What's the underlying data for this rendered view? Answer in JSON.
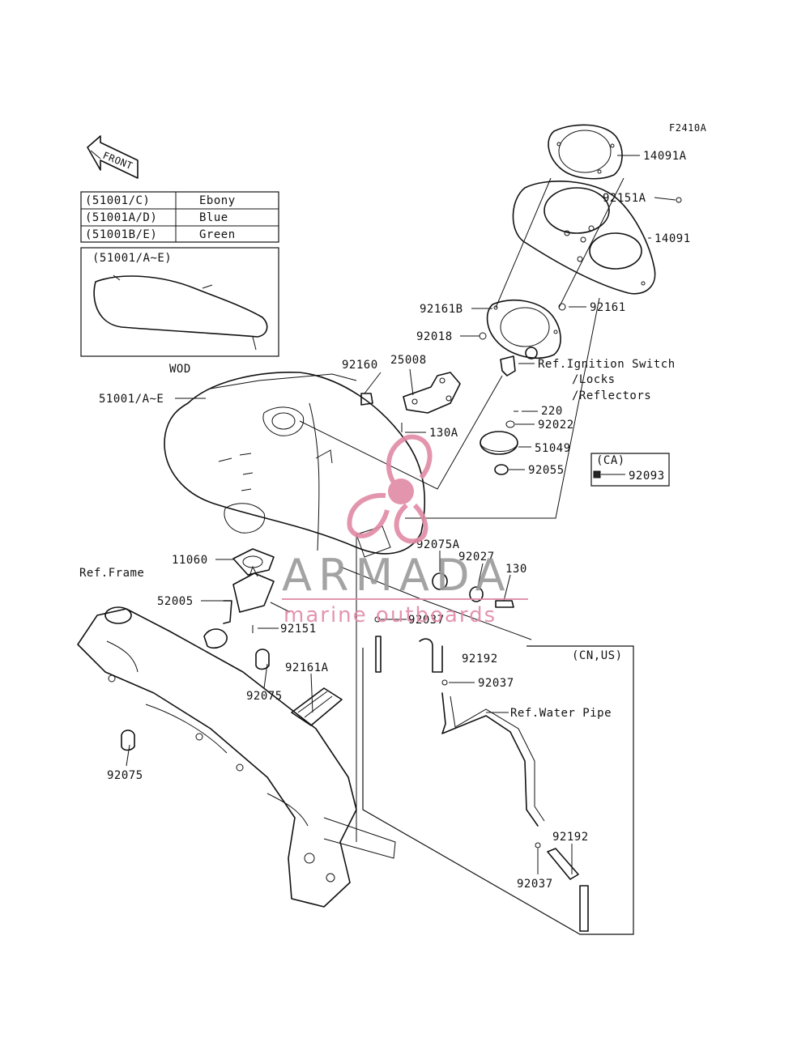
{
  "figure_code": "F2410A",
  "front_label": "FRONT",
  "color_table": [
    {
      "code": "(51001/C)",
      "color": "Ebony"
    },
    {
      "code": "(51001A/D)",
      "color": "Blue"
    },
    {
      "code": "(51001B/E)",
      "color": "Green"
    }
  ],
  "inset": {
    "title": "(51001/A~E)",
    "caption": "WOD"
  },
  "callouts": {
    "p14091A": "14091A",
    "p92151A": "92151A",
    "p14091": "14091",
    "p92161B": "92161B",
    "p92161": "92161",
    "p92018": "92018",
    "p92160": "92160",
    "p25008": "25008",
    "ref_ignition": "Ref.Ignition Switch",
    "ref_locks": "/Locks",
    "ref_reflectors": "/Reflectors",
    "p51001": "51001/A~E",
    "p130A": "130A",
    "p220": "220",
    "p92022": "92022",
    "p51049": "51049",
    "p92055": "92055",
    "ca_label": "(CA)",
    "p92093": "92093",
    "p92075A": "92075A",
    "p92027": "92027",
    "p130": "130",
    "p11060": "11060",
    "ref_frame": "Ref.Frame",
    "p52005": "52005",
    "p92151": "92151",
    "p92037a": "92037",
    "cn_us_label": "(CN,US)",
    "p92192a": "92192",
    "p92037b": "92037",
    "ref_water_pipe": "Ref.Water Pipe",
    "p92161A": "92161A",
    "p92075a": "92075",
    "p92075b": "92075",
    "p92192b": "92192",
    "p92037c": "92037"
  },
  "watermark": {
    "brand": "ARMADA",
    "tagline": "marine outboards",
    "color": "#e28aa6",
    "text_color": "#9a9a9a"
  }
}
